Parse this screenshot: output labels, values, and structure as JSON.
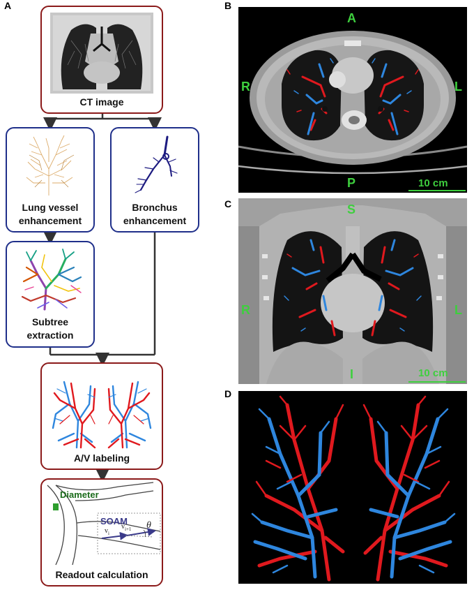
{
  "panels": {
    "a": "A",
    "b": "B",
    "c": "C",
    "d": "D"
  },
  "pipeline": {
    "ct_image": "CT image",
    "lung_vessel_line1": "Lung vessel",
    "lung_vessel_line2": "enhancement",
    "bronchus_line1": "Bronchus",
    "bronchus_line2": "enhancement",
    "subtree_line1": "Subtree",
    "subtree_line2": "extraction",
    "av_labeling": "A/V labeling",
    "readout": "Readout calculation",
    "diameter": "Diameter",
    "soam": "SOAM",
    "vi": "v",
    "vi_sub": "i",
    "vi1": "v",
    "vi1_sub": "i+1",
    "theta": "θ"
  },
  "axial": {
    "top": "A",
    "bottom": "P",
    "left": "R",
    "right": "L",
    "scale": "10 cm"
  },
  "coronal": {
    "top": "S",
    "bottom": "I",
    "left": "R",
    "right": "L",
    "scale": "10 cm"
  },
  "colors": {
    "box_red": "#8b1a1a",
    "box_blue": "#1f2f8a",
    "artery": "#e0191e",
    "vein": "#2e86de",
    "orientation": "#3ecf3e",
    "diameter_text": "#1a6b1a",
    "soam_text": "#3a3a8a"
  }
}
